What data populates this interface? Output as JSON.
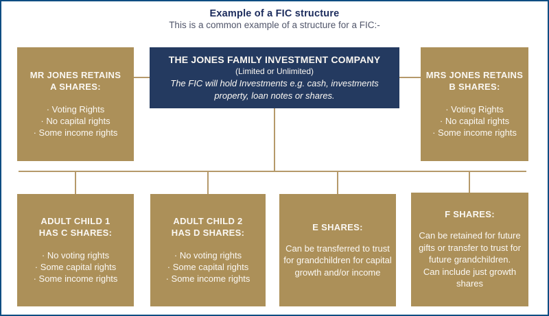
{
  "page": {
    "title": "Example of a FIC structure",
    "subtitle": "This is a common example of a structure for a FIC:-"
  },
  "company_box": {
    "title": "THE JONES FAMILY INVESTMENT COMPANY",
    "subtitle": "(Limited or Unlimited)",
    "description": "The FIC will hold Investments e.g. cash, investments property, loan notes or shares."
  },
  "parent_boxes": [
    {
      "heading_lines": [
        "MR JONES RETAINS",
        "A SHARES:"
      ],
      "bullets": [
        "Voting Rights",
        "No capital rights",
        "Some income rights"
      ]
    },
    {
      "heading_lines": [
        "MRS JONES RETAINS",
        "B SHARES:"
      ],
      "bullets": [
        "Voting Rights",
        "No capital rights",
        "Some income rights"
      ]
    }
  ],
  "child_boxes": [
    {
      "heading_lines": [
        "ADULT CHILD 1",
        "HAS C SHARES:"
      ],
      "bullets": [
        "No voting rights",
        "Some capital rights",
        "Some income rights"
      ]
    },
    {
      "heading_lines": [
        "ADULT CHILD 2",
        "HAS D SHARES:"
      ],
      "bullets": [
        "No voting rights",
        "Some capital rights",
        "Some income rights"
      ]
    },
    {
      "heading": "E SHARES:",
      "text": "Can be transferred to trust for grandchildren for capital growth and/or income"
    },
    {
      "heading": "F SHARES:",
      "text_1": "Can be retained for future gifts or transfer to trust for future grandchildren.",
      "text_2": "Can include just growth shares"
    }
  ],
  "colors": {
    "gold": "#ac9059",
    "navy": "#243a60",
    "connector": "#b5996a",
    "border": "#0e4d82",
    "title_text": "#1b2b5c",
    "subtitle_text": "#50556a",
    "box_text": "#fbf8f3"
  }
}
